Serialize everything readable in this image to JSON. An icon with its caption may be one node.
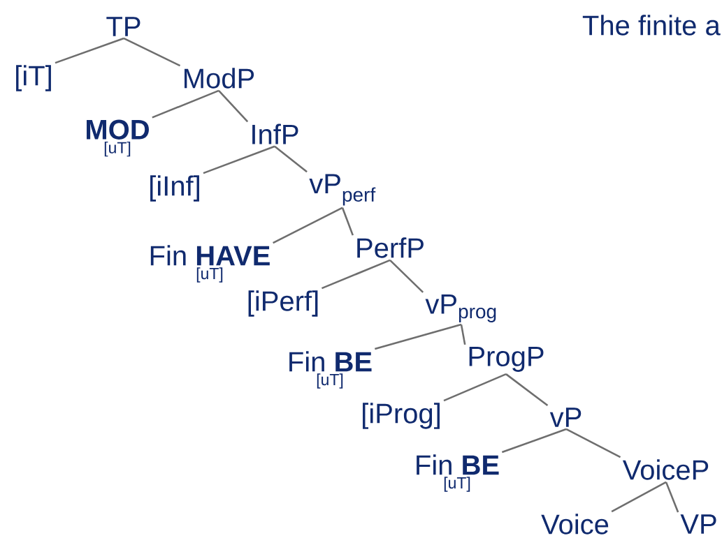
{
  "diagram": {
    "nodes": [
      {
        "text": [
          "TP"
        ]
      },
      {
        "text": [
          "[iT]"
        ]
      },
      {
        "text": [
          "ModP"
        ]
      },
      {
        "text": [
          "MOD",
          "[uT]"
        ]
      },
      {
        "text": [
          "InfP"
        ]
      },
      {
        "text": [
          "[iInf]"
        ]
      },
      {
        "text": [
          "vP$_{perf}$"
        ]
      },
      {
        "text": [
          "Fin **HAVE**",
          "[uT]"
        ]
      },
      {
        "text": [
          "PerfP"
        ]
      },
      {
        "text": [
          "[iPerf]"
        ]
      },
      {
        "text": [
          "vP$_{prog}$"
        ]
      },
      {
        "text": [
          "Fin **BE**",
          "[uT]"
        ]
      },
      {
        "text": [
          "ProgP"
        ]
      },
      {
        "text": [
          "[iProg]"
        ]
      },
      {
        "text": [
          "vP"
        ]
      },
      {
        "text": [
          "Fin **BE**",
          "[uT]"
        ]
      },
      {
        "text": [
          "VoiceP"
        ]
      },
      {
        "text": [
          "Voice"
        ]
      },
      {
        "text": [
          "VP"
        ]
      }
    ],
    "edges": [
      {
        "from": 0,
        "to": 1,
        "arrow": "none"
      },
      {
        "from": 0,
        "to": 2,
        "arrow": "none"
      },
      {
        "from": 2,
        "to": 3,
        "arrow": "none"
      },
      {
        "from": 2,
        "to": 4,
        "arrow": "none"
      },
      {
        "from": 4,
        "to": 5,
        "arrow": "none"
      },
      {
        "from": 4,
        "to": 6,
        "arrow": "none"
      },
      {
        "from": 6,
        "to": 7,
        "arrow": "none"
      },
      {
        "from": 6,
        "to": 8,
        "arrow": "none"
      },
      {
        "from": 8,
        "to": 9,
        "arrow": "none"
      },
      {
        "from": 8,
        "to": 10,
        "arrow": "none"
      },
      {
        "from": 10,
        "to": 11,
        "arrow": "none"
      },
      {
        "from": 10,
        "to": 12,
        "arrow": "none"
      },
      {
        "from": 12,
        "to": 13,
        "arrow": "none"
      },
      {
        "from": 12,
        "to": 14,
        "arrow": "none"
      },
      {
        "from": 14,
        "to": 15,
        "arrow": "none"
      },
      {
        "from": 14,
        "to": 16,
        "arrow": "none"
      },
      {
        "from": 16,
        "to": 17,
        "arrow": "none"
      },
      {
        "from": 16,
        "to": 18,
        "arrow": "none"
      }
    ],
    "labels": [
      "The finite a"
    ]
  }
}
